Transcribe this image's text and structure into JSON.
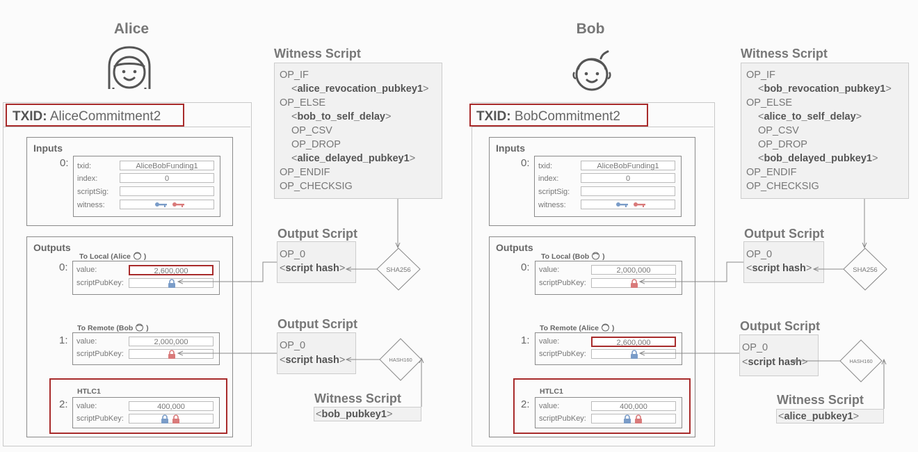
{
  "alice": {
    "name": "Alice",
    "txid_label": "TXID:",
    "txid_value": "AliceCommitment2",
    "inputs_title": "Inputs",
    "input_index": "0:",
    "input_rows": {
      "txid_label": "txid:",
      "txid_value": "AliceBobFunding1",
      "index_label": "index:",
      "index_value": "0",
      "scriptsig_label": "scriptSig:",
      "witness_label": "witness:"
    },
    "outputs_title": "Outputs",
    "outputs": [
      {
        "index": "0:",
        "title": "To Local (Alice",
        "title_suffix": ")",
        "value_label": "value:",
        "value": "2,600,000",
        "spk_label": "scriptPubKey:"
      },
      {
        "index": "1:",
        "title": "To Remote (Bob",
        "title_suffix": ")",
        "value_label": "value:",
        "value": "2,000,000",
        "spk_label": "scriptPubKey:"
      },
      {
        "index": "2:",
        "title": "HTLC1",
        "value_label": "value:",
        "value": "400,000",
        "spk_label": "scriptPubKey:"
      }
    ],
    "witness_script": {
      "title": "Witness Script",
      "lines": [
        "OP_IF",
        "<",
        "alice_revocation_pubkey1",
        ">",
        "OP_ELSE",
        "<",
        "bob_to_self_delay",
        ">",
        "OP_CSV",
        "OP_DROP",
        "<",
        "alice_delayed_pubkey1",
        ">",
        "OP_ENDIF",
        "OP_CHECKSIG"
      ],
      "l1": "OP_IF",
      "l2": "alice_revocation_pubkey1",
      "l3": "OP_ELSE",
      "l4": "bob_to_self_delay",
      "l5": "OP_CSV",
      "l6": "OP_DROP",
      "l7": "alice_delayed_pubkey1",
      "l8": "OP_ENDIF",
      "l9": "OP_CHECKSIG"
    },
    "output_script_1": {
      "title": "Output Script",
      "l1": "OP_0",
      "l2": "script hash"
    },
    "output_script_2": {
      "title": "Output Script",
      "l1": "OP_0",
      "l2": "script hash"
    },
    "hash1": "SHA256",
    "hash2": "HASH160",
    "witness_script_2": {
      "title": "Witness Script",
      "value": "bob_pubkey1"
    }
  },
  "bob": {
    "name": "Bob",
    "txid_label": "TXID:",
    "txid_value": "BobCommitment2",
    "inputs_title": "Inputs",
    "input_index": "0:",
    "input_rows": {
      "txid_label": "txid:",
      "txid_value": "AliceBobFunding1",
      "index_label": "index:",
      "index_value": "0",
      "scriptsig_label": "scriptSig:",
      "witness_label": "witness:"
    },
    "outputs_title": "Outputs",
    "outputs": [
      {
        "index": "0:",
        "title": "To Local (Bob",
        "title_suffix": ")",
        "value_label": "value:",
        "value": "2,000,000",
        "spk_label": "scriptPubKey:"
      },
      {
        "index": "1:",
        "title": "To Remote (Alice",
        "title_suffix": ")",
        "value_label": "value:",
        "value": "2,600,000",
        "spk_label": "scriptPubKey:"
      },
      {
        "index": "2:",
        "title": "HTLC1",
        "value_label": "value:",
        "value": "400,000",
        "spk_label": "scriptPubKey:"
      }
    ],
    "witness_script": {
      "title": "Witness Script",
      "l1": "OP_IF",
      "l2": "bob_revocation_pubkey1",
      "l3": "OP_ELSE",
      "l4": "alice_to_self_delay",
      "l5": "OP_CSV",
      "l6": "OP_DROP",
      "l7": "bob_delayed_pubkey1",
      "l8": "OP_ENDIF",
      "l9": "OP_CHECKSIG"
    },
    "output_script_1": {
      "title": "Output Script",
      "l1": "OP_0",
      "l2": "script hash"
    },
    "output_script_2": {
      "title": "Output Script",
      "l1": "OP_0",
      "l2": "script hash"
    },
    "hash1": "SHA256",
    "hash2": "HASH160",
    "witness_script_2": {
      "title": "Witness Script",
      "value": "alice_pubkey1"
    }
  },
  "colors": {
    "highlight_red": "#a82b2b",
    "key_blue": "#7a9cc8",
    "key_red": "#d97a7a",
    "lock_blue": "#7a9cc8",
    "lock_red": "#d97a7a"
  }
}
